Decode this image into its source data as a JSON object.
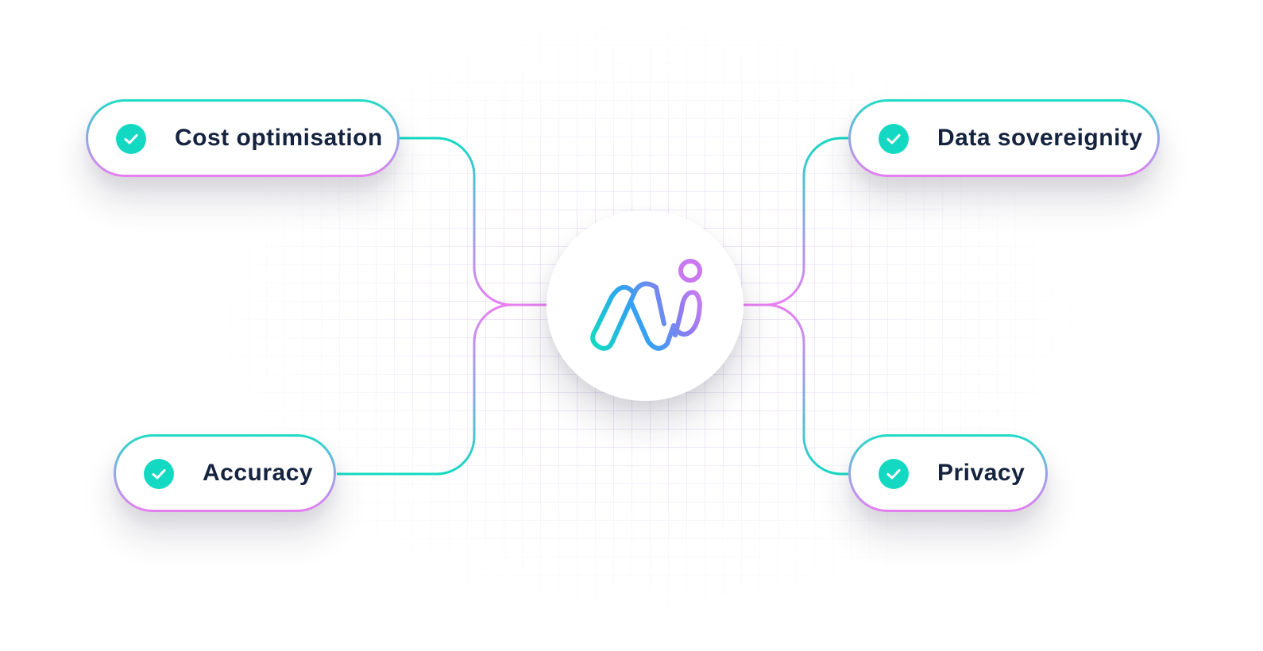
{
  "hub": {
    "logo_icon": "ni-logo-icon",
    "colors": {
      "teal": "#14d9c2",
      "blue": "#2ea4f2",
      "violet": "#8f7cf0",
      "pink": "#e77ff0"
    }
  },
  "nodes": [
    {
      "label": "Cost optimisation",
      "icon": "check-circle-icon"
    },
    {
      "label": "Accuracy",
      "icon": "check-circle-icon"
    },
    {
      "label": "Data sovereignity",
      "icon": "check-circle-icon"
    },
    {
      "label": "Privacy",
      "icon": "check-circle-icon"
    }
  ],
  "colors": {
    "accent_teal": "#14d9c2",
    "accent_pink": "#e77ff0",
    "label_text": "#15233f",
    "grid": "#c4a8e6"
  }
}
